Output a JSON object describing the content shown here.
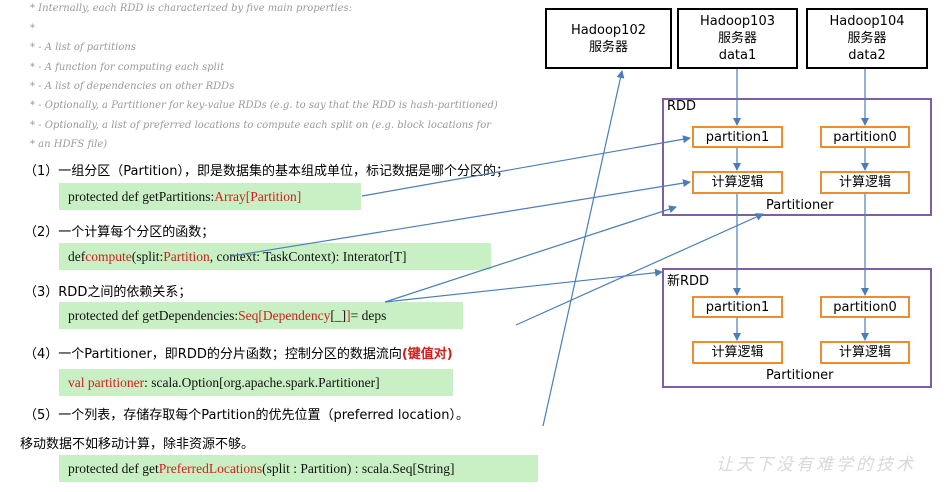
{
  "comments": [
    "* Internally, each RDD is characterized by five main properties:",
    "*",
    "*  - A list of partitions",
    "*  - A function for computing each split",
    "*  - A list of dependencies on other RDDs",
    "*  - Optionally, a Partitioner for key-value RDDs (e.g. to say that the RDD is hash-partitioned)",
    "*  - Optionally, a list of preferred locations to compute each split on (e.g. block locations for",
    "*    an HDFS file)"
  ],
  "items": [
    {
      "desc": "（1）一组分区（Partition），即是数据集的基本组成单位，标记数据是哪个分区的；",
      "code": [
        {
          "t": "protected def getPartitions:",
          "red": false
        },
        {
          "t": "Array[Partition]",
          "red": true
        }
      ]
    },
    {
      "desc": "（2）一个计算每个分区的函数；",
      "code": [
        {
          "t": "def ",
          "red": false
        },
        {
          "t": "compute",
          "red": true
        },
        {
          "t": "(split: ",
          "red": false
        },
        {
          "t": "Partition",
          "red": true
        },
        {
          "t": ", context: TaskContext): Interator[T]",
          "red": false
        }
      ]
    },
    {
      "desc": "（3）RDD之间的依赖关系；",
      "code": [
        {
          "t": "protected def getDependencies: ",
          "red": false
        },
        {
          "t": "Seq[Dependency",
          "red": true
        },
        {
          "t": "[_]",
          "red": false
        },
        {
          "t": "]",
          "red": true
        },
        {
          "t": " = deps",
          "red": false
        }
      ]
    },
    {
      "desc": "（4）一个Partitioner，即RDD的分片函数；控制分区的数据流向",
      "desc_emphasis": "(键值对)",
      "code": [
        {
          "t": "val partitioner",
          "red": true
        },
        {
          "t": " : scala.Option[org.apache.spark.Partitioner]",
          "red": false
        }
      ]
    },
    {
      "desc": "（5）一个列表，存储存取每个Partition的优先位置（preferred location）。",
      "desc2": "移动数据不如移动计算，除非资源不够。",
      "code": [
        {
          "t": "protected def get",
          "red": false
        },
        {
          "t": "PreferredLocations",
          "red": true
        },
        {
          "t": "(split : Partition) : scala.Seq[String]",
          "red": false
        }
      ]
    }
  ],
  "servers": [
    {
      "name": "Hadoop102",
      "label": "服务器",
      "data": ""
    },
    {
      "name": "Hadoop103",
      "label": "服务器",
      "data": "data1"
    },
    {
      "name": "Hadoop104",
      "label": "服务器",
      "data": "data2"
    }
  ],
  "rdd": {
    "label": "RDD",
    "partitions": [
      "partition1",
      "partition0"
    ],
    "compute": [
      "计算逻辑",
      "计算逻辑"
    ],
    "partitioner": "Partitioner"
  },
  "new_rdd": {
    "label": "新RDD",
    "partitions": [
      "partition1",
      "partition0"
    ],
    "compute": [
      "计算逻辑",
      "计算逻辑"
    ],
    "partitioner": "Partitioner"
  },
  "watermark": "让天下没有难学的技术",
  "colors": {
    "arrow": "#4a7ebb",
    "group_border": "#7e5fa6",
    "box_border": "#ef8c2e",
    "code_bg": "#c9f0c4",
    "emphasis": "#d0201c"
  }
}
